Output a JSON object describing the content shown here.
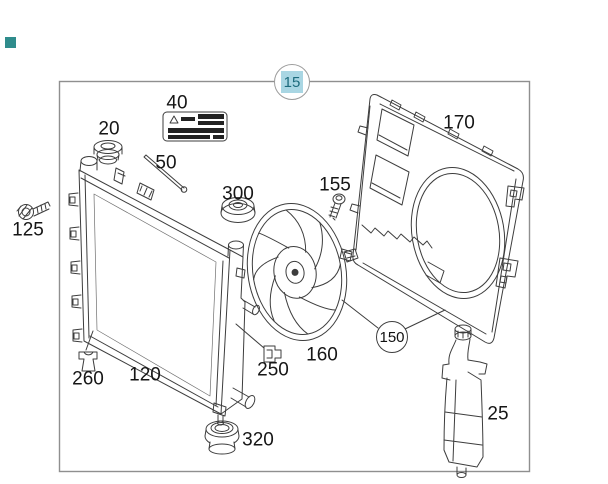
{
  "marker": {
    "color": "#2f8c8c"
  },
  "badges": {
    "main_group": "15",
    "sub_group": "150",
    "highlight_fill": "#a9d6e3",
    "highlight_text": "#1d6b7d"
  },
  "parts": {
    "radiator_cap": "20",
    "warning_label": "40",
    "seal_rod": "50",
    "bolt": "125",
    "radiator": "120",
    "screw": "155",
    "fan": "160",
    "fan_shroud": "170",
    "clip_front": "250",
    "clip_left": "260",
    "mount_top": "300",
    "mount_bottom": "320",
    "expansion_tank": "25"
  },
  "frame": {
    "border_color": "#8f8f8f",
    "line_color": "#3d3d3d"
  }
}
